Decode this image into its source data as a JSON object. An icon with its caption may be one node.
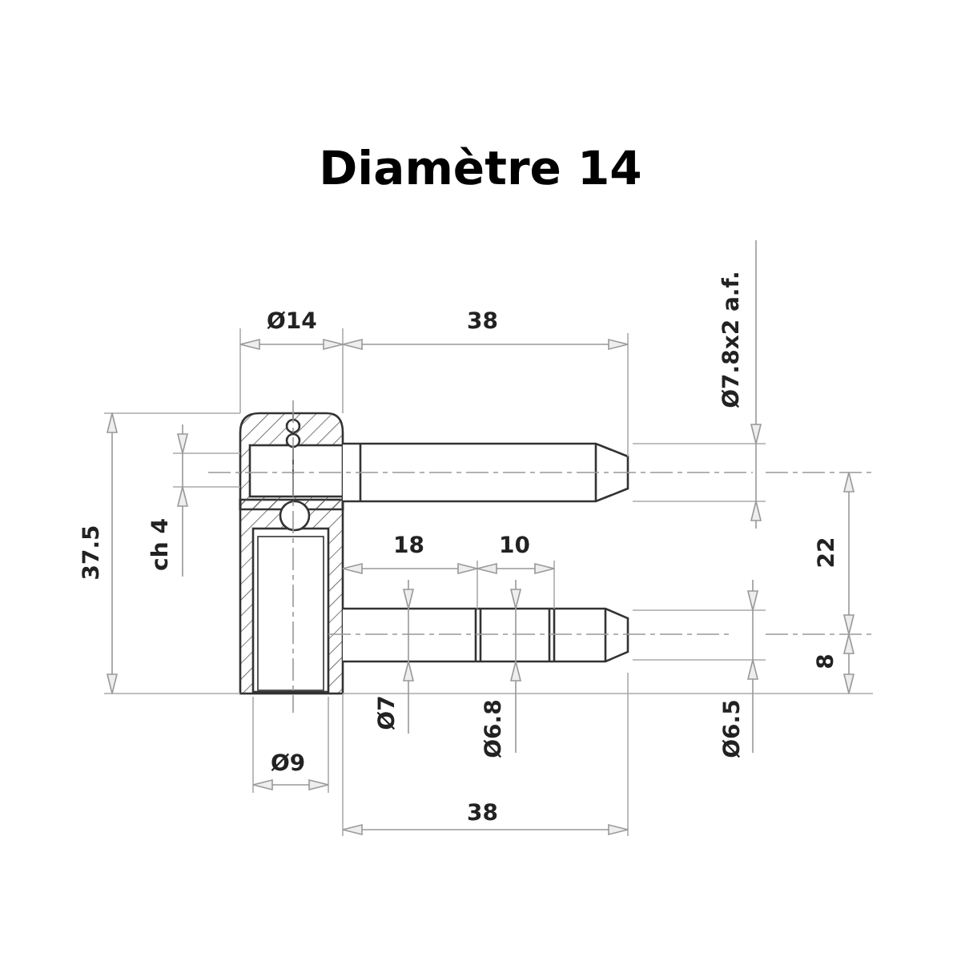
{
  "diagram": {
    "title": "Diamètre 14",
    "labels": [
      "Ø14",
      "38",
      "Ø7.8x2 a.f.",
      "37.5",
      "ch 4",
      "22",
      "18",
      "10",
      "8",
      "Ø7",
      "Ø6.8",
      "Ø6.5",
      "Ø9",
      "38"
    ]
  }
}
